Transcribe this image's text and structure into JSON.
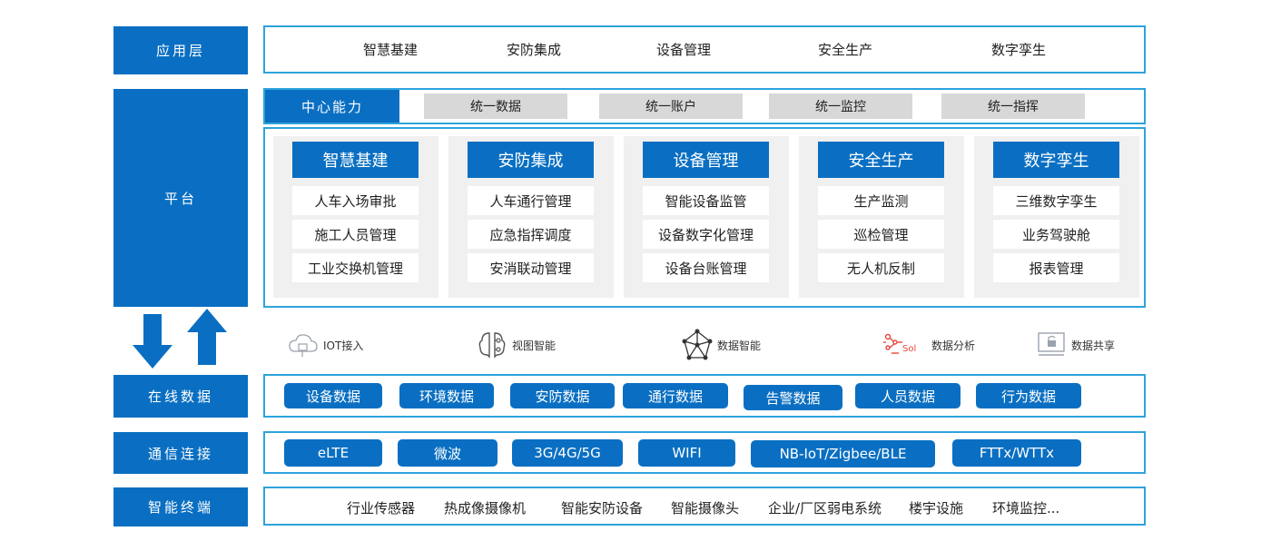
{
  "layers": {
    "application": "应用层",
    "platform": "平台",
    "online_data": "在线数据",
    "communication": "通信连接",
    "terminal": "智能终端"
  },
  "application_items": [
    "智慧基建",
    "安防集成",
    "设备管理",
    "安全生产",
    "数字孪生"
  ],
  "center": {
    "title": "中心能力",
    "items": [
      "统一数据",
      "统一账户",
      "统一监控",
      "统一指挥"
    ]
  },
  "modules": [
    {
      "title": "智慧基建",
      "items": [
        "人车入场审批",
        "施工人员管理",
        "工业交换机管理"
      ]
    },
    {
      "title": "安防集成",
      "items": [
        "人车通行管理",
        "应急指挥调度",
        "安消联动管理"
      ]
    },
    {
      "title": "设备管理",
      "items": [
        "智能设备监管",
        "设备数字化管理",
        "设备台账管理"
      ]
    },
    {
      "title": "安全生产",
      "items": [
        "生产监测",
        "巡检管理",
        "无人机反制"
      ]
    },
    {
      "title": "数字孪生",
      "items": [
        "三维数字孪生",
        "业务驾驶舱",
        "报表管理"
      ]
    }
  ],
  "capabilities": [
    {
      "label": "IOT接入",
      "icon": "cloud-icon"
    },
    {
      "label": "视图智能",
      "icon": "brain-icon"
    },
    {
      "label": "数据智能",
      "icon": "network-icon"
    },
    {
      "label": "数据分析",
      "icon": "analytics-icon"
    },
    {
      "label": "数据共享",
      "icon": "share-icon"
    }
  ],
  "online_data_items": [
    "设备数据",
    "环境数据",
    "安防数据",
    "通行数据",
    "告警数据",
    "人员数据",
    "行为数据"
  ],
  "communication_items": [
    "eLTE",
    "微波",
    "3G/4G/5G",
    "WIFI",
    "NB-IoT/Zigbee/BLE",
    "FTTx/WTTx"
  ],
  "terminal_items": [
    "行业传感器",
    "热成像摄像机",
    "智能安防设备",
    "智能摄像头",
    "企业/厂区弱电系统",
    "楼宇设施",
    "环境监控..."
  ],
  "colors": {
    "primary_blue": "#0a6fc2",
    "frame_border": "#2ea3dc",
    "module_bg": "#f0f0f0",
    "center_item_bg": "#d8d8d8",
    "analytics_red": "#e8463c"
  }
}
